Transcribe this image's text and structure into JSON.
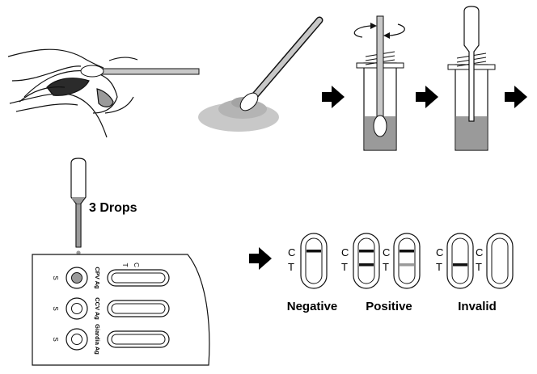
{
  "drops_label": "3 Drops",
  "cassette": {
    "line_c": "C",
    "line_t": "T",
    "sample_label": "S",
    "analytes": [
      "CPV Ag",
      "CCV Ag",
      "Giardia Ag"
    ]
  },
  "results": {
    "c_letter": "C",
    "t_letter": "T",
    "negative_label": "Negative",
    "positive_label": "Positive",
    "invalid_label": "Invalid"
  },
  "colors": {
    "line": "#111111",
    "fill_grey": "#9a9a9a",
    "light_grey": "#c8c8c8",
    "arrow": "#000000"
  },
  "icons": [
    "arrow-right-icon",
    "rotate-arrows-icon"
  ]
}
